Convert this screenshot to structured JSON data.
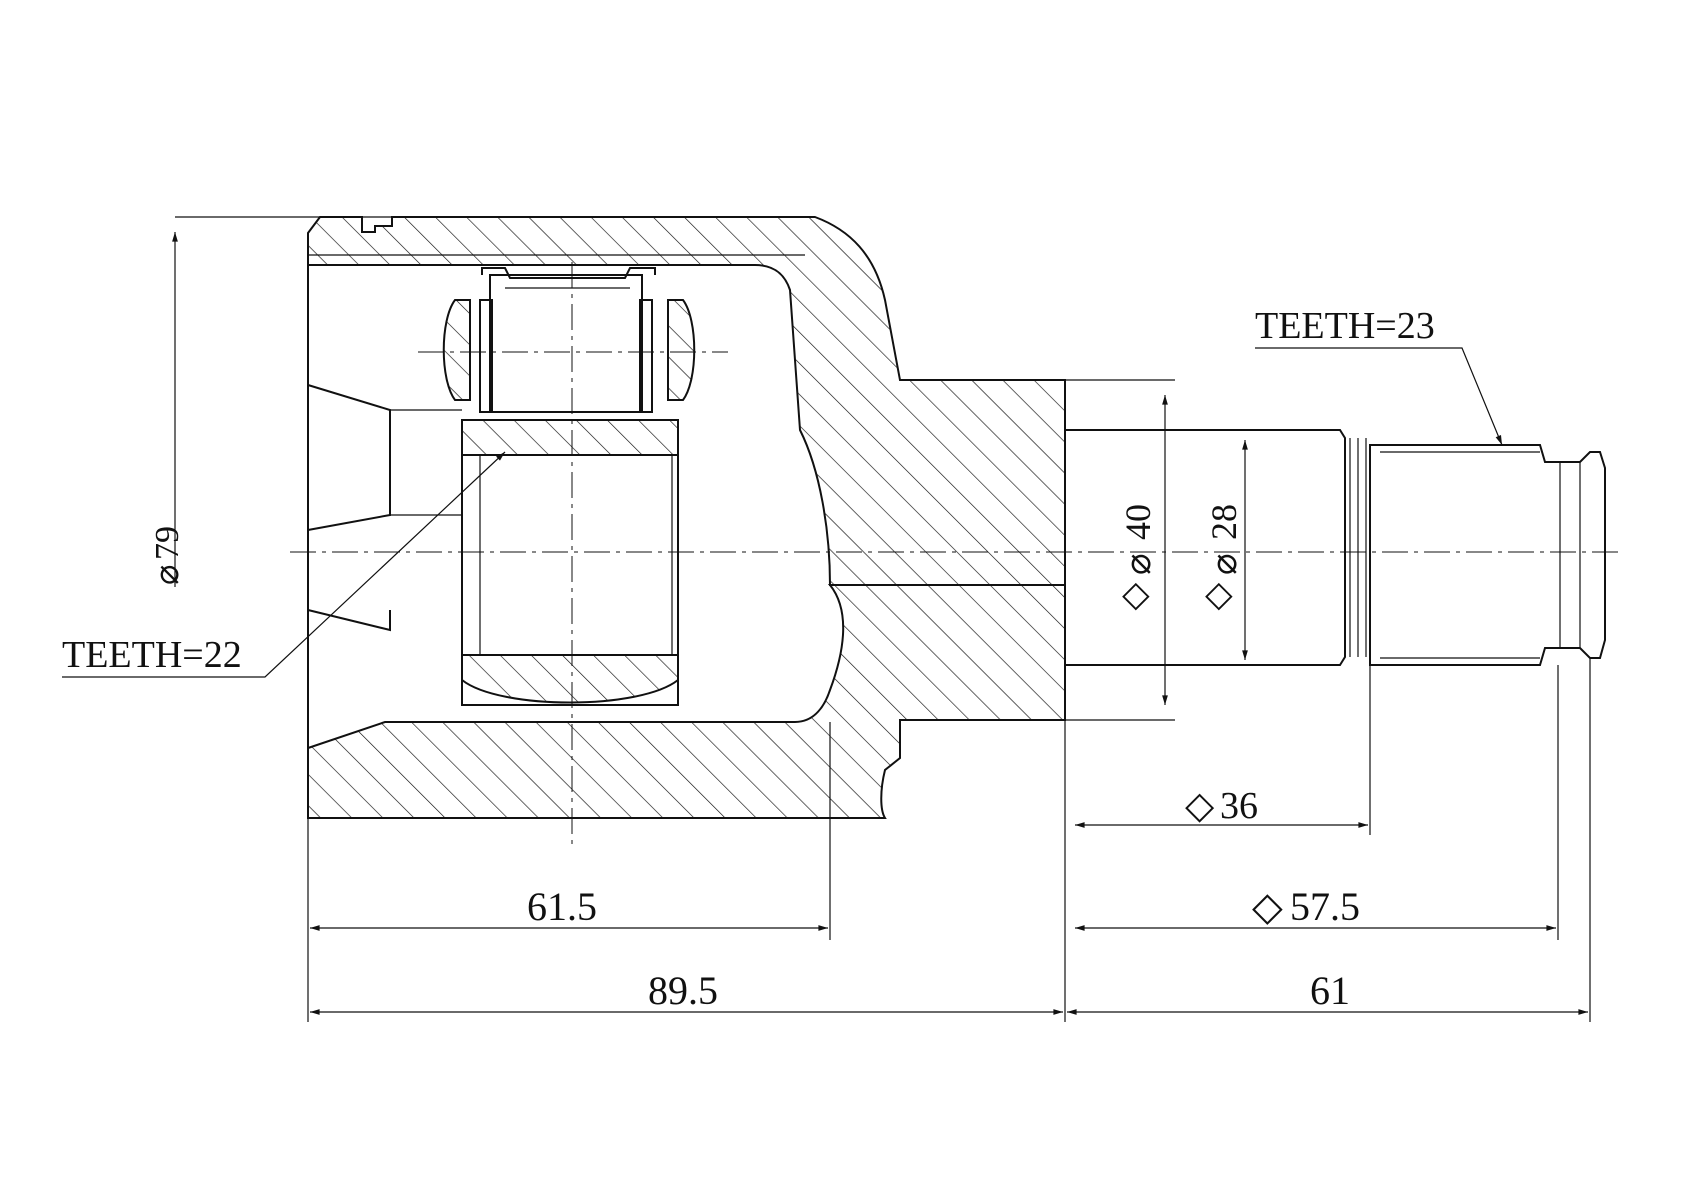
{
  "dimensions": {
    "outer_diameter": "79",
    "housing_depth": "61.5",
    "housing_length": "89.5",
    "stem_length": "61",
    "seal_diameter": "40",
    "shaft_diameter": "28",
    "spline_start": "36",
    "spline_end": "57.5"
  },
  "symbols": {
    "diameter": "⌀",
    "diamond": "◇"
  },
  "callouts": {
    "inner_teeth": "TEETH=22",
    "outer_teeth": "TEETH=23"
  }
}
